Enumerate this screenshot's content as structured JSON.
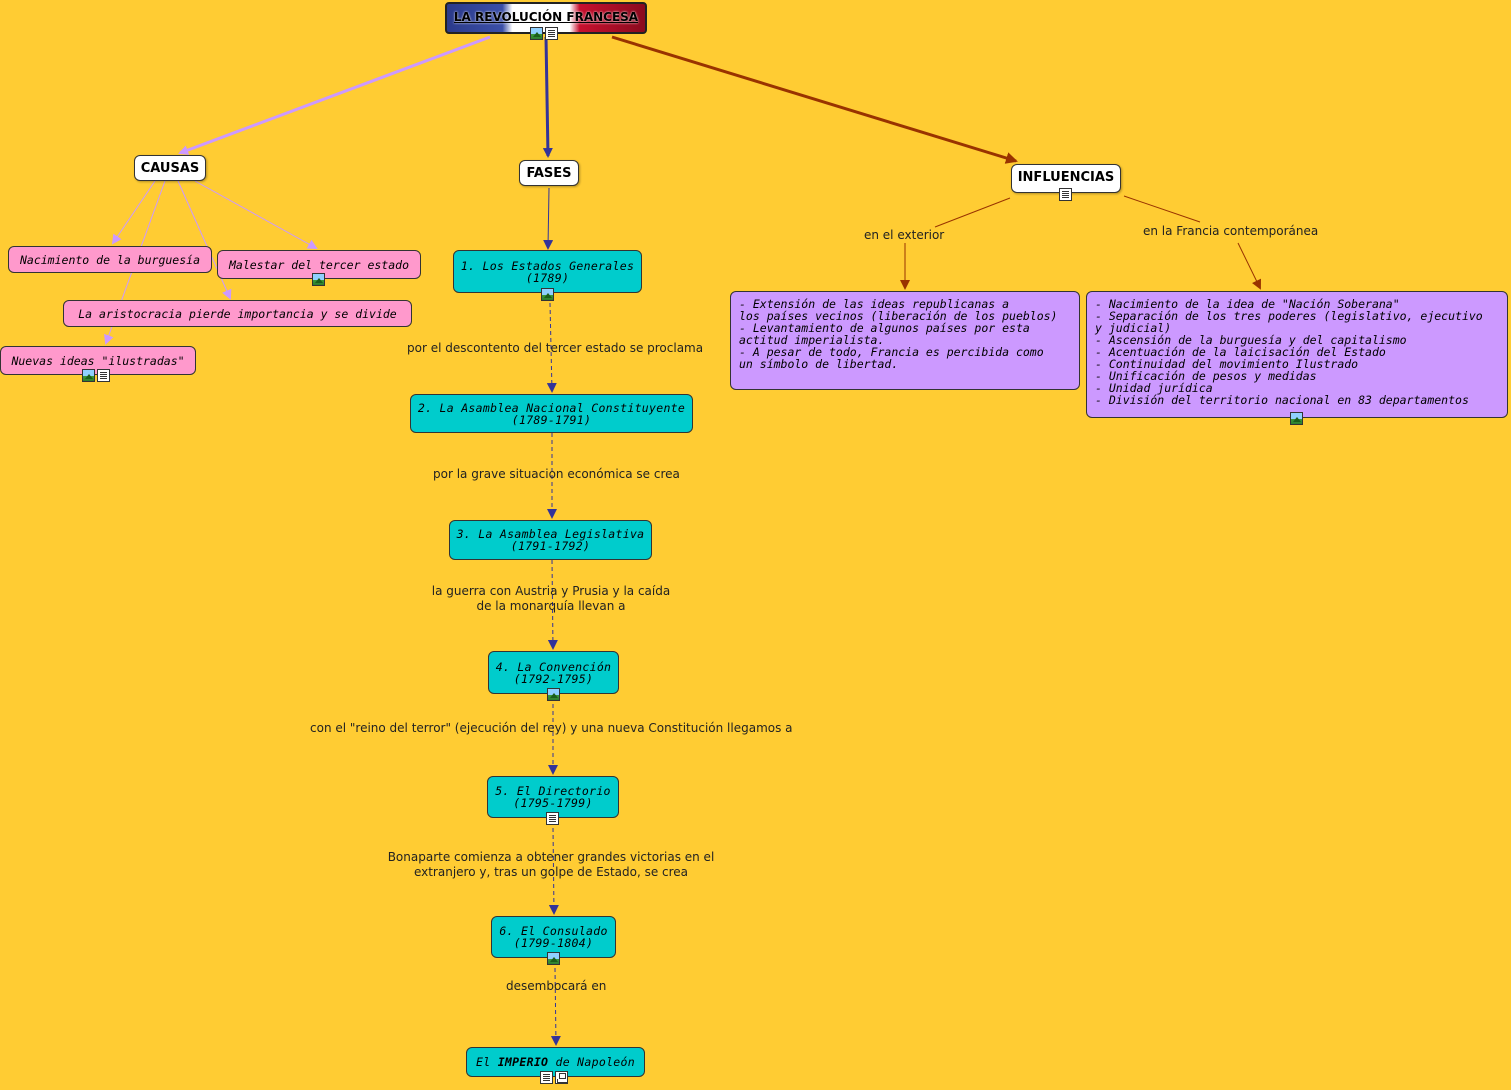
{
  "title": "LA REVOLUCIÓN FRANCESA",
  "categories": {
    "causas": "CAUSAS",
    "fases": "FASES",
    "influencias": "INFLUENCIAS"
  },
  "causas": {
    "burguesia": "Nacimiento de la burguesía",
    "malestar": "Malestar del tercer estado",
    "aristocracia": "La aristocracia pierde importancia y se divide",
    "ilustradas": "Nuevas ideas \"ilustradas\""
  },
  "fases": [
    {
      "title": "1. Los Estados Generales",
      "years": "(1789)"
    },
    {
      "title": "2. La Asamblea Nacional Constituyente",
      "years": "(1789-1791)"
    },
    {
      "title": "3. La Asamblea Legislativa",
      "years": "(1791-1792)"
    },
    {
      "title": "4. La Convención",
      "years": "(1792-1795)"
    },
    {
      "title": "5. El Directorio",
      "years": "(1795-1799)"
    },
    {
      "title": "6. El Consulado",
      "years": "(1799-1804)"
    }
  ],
  "imperio": {
    "pre": "El ",
    "bold": "IMPERIO",
    "post": " de Napoleón"
  },
  "link_labels": {
    "l1": "por el descontento del tercer estado se proclama",
    "l2": "por la grave situacion económica se crea",
    "l3a": "la guerra con Austria y Prusia y la caída",
    "l3b": "de la monarquía llevan a",
    "l4": "con el \"reino del terror\" (ejecución del rey) y una nueva Constitución llegamos a",
    "l5a": "Bonaparte comienza a obtener grandes victorias en el",
    "l5b": "extranjero y, tras un  golpe de Estado, se crea",
    "l6": "desembocará en",
    "exterior": "en el exterior",
    "francia": "en la Francia contemporánea"
  },
  "influencias": {
    "exterior": "- Extensión de las ideas republicanas a\nlos países vecinos (liberación de los pueblos)\n- Levantamiento de algunos países por esta\nactitud imperialista.\n- A pesar de todo, Francia es percibida como\nun símbolo de libertad.",
    "francia": "- Nacimiento de la idea de \"Nación Soberana\"\n- Separación de los tres poderes (legislativo, ejecutivo\ny judicial)\n- Ascensión de la burguesía y del capitalismo\n- Acentuación de la laicisación del Estado\n- Continuidad del movimiento Ilustrado\n- Unificación de pesos y medidas\n- Unidad jurídica\n- División del territorio nacional en 83 departamentos"
  },
  "colors": {
    "background": "#FFCC33",
    "causas_link": "#CC99FF",
    "fases_link": "#333399",
    "influencias_link": "#993300",
    "pink_node": "#FF99CC",
    "teal_node": "#00CCCC",
    "purple_node": "#CC99FF"
  }
}
